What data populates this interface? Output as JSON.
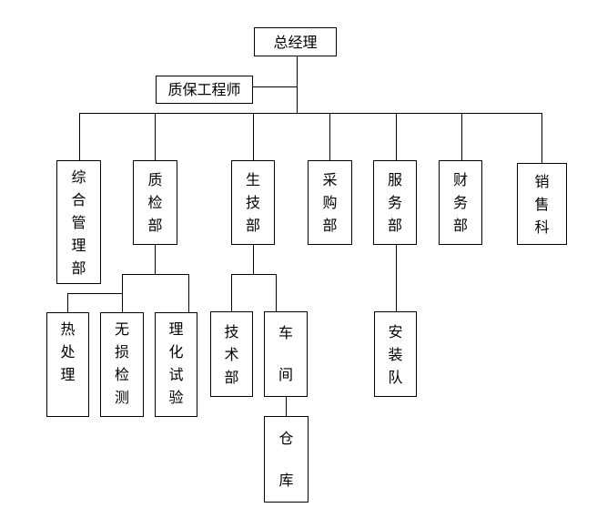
{
  "diagram": {
    "type": "org-chart",
    "background_color": "#ffffff",
    "line_color": "#000000",
    "box_border_color": "#000000",
    "text_color": "#000000",
    "nodes": [
      {
        "id": "general-manager",
        "label": "总经理",
        "parent": null
      },
      {
        "id": "qa-engineer",
        "label": "质保工程师",
        "parent": "general-manager"
      },
      {
        "id": "general-management-dept",
        "label": "综合管理部",
        "parent": "general-manager"
      },
      {
        "id": "quality-inspection-dept",
        "label": "质检部",
        "parent": "general-manager"
      },
      {
        "id": "production-tech-dept",
        "label": "生技部",
        "parent": "general-manager"
      },
      {
        "id": "purchasing-dept",
        "label": "采购部",
        "parent": "general-manager"
      },
      {
        "id": "service-dept",
        "label": "服务部",
        "parent": "general-manager"
      },
      {
        "id": "finance-dept",
        "label": "财务部",
        "parent": "general-manager"
      },
      {
        "id": "sales-section",
        "label": "销售科",
        "parent": "general-manager"
      },
      {
        "id": "heat-treatment",
        "label": "热处理",
        "parent": "quality-inspection-dept"
      },
      {
        "id": "ndt-inspection",
        "label": "无损检测",
        "parent": "quality-inspection-dept"
      },
      {
        "id": "physicochemical-test",
        "label": "理化试验",
        "parent": "quality-inspection-dept"
      },
      {
        "id": "technical-dept",
        "label": "技术部",
        "parent": "production-tech-dept"
      },
      {
        "id": "workshop",
        "label": "车间",
        "parent": "production-tech-dept"
      },
      {
        "id": "installation-team",
        "label": "安装队",
        "parent": "service-dept"
      },
      {
        "id": "warehouse",
        "label": "仓库",
        "parent": "workshop"
      }
    ]
  }
}
